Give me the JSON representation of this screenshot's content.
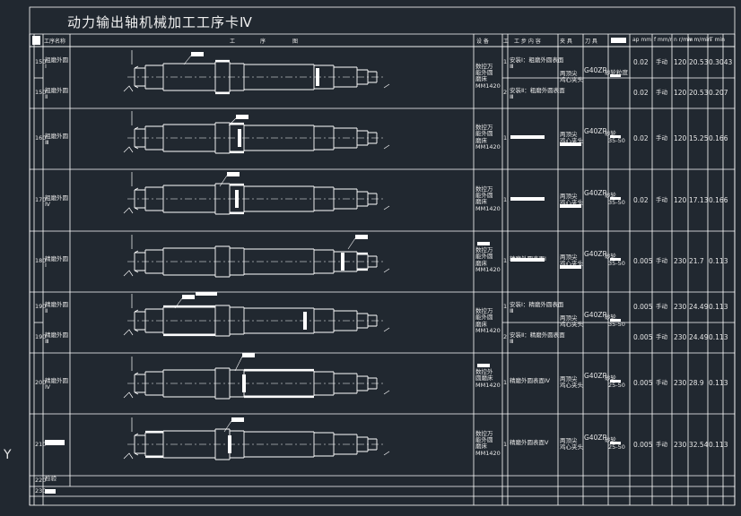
{
  "title": "动力输出轴机械加工工序卡Ⅳ",
  "header": {
    "col_name": "工序名称",
    "drawing_chars": [
      "工",
      "序",
      "图"
    ],
    "equipment": "设 备",
    "step_no": "工",
    "step_content": "工 步 内 容",
    "fixture": "夹 具",
    "tool": "刀 具",
    "ap": "ap mm",
    "f": "f mm/r",
    "n": "n r/min",
    "v": "v m/min",
    "T": "T min"
  },
  "rows": [
    {
      "no": "150",
      "name": "粗磨外圆\nⅠ",
      "equipment": "数控万\n能外圆\n磨床\nMM1420",
      "step": "1",
      "content": "安装Ⅰ：粗磨外圆表面\nⅢ",
      "fixture": "两顶尖\n鸡心夹头",
      "tool": "G40ZR",
      "tool_note": "砂轮粒度",
      "tool_spec": "",
      "ap": "0.02",
      "f": "手动",
      "n": "120",
      "v": "20.53",
      "T": "0.3043"
    },
    {
      "no": "150",
      "name": "粗磨外圆\nⅡ",
      "equipment": "",
      "step": "2",
      "content": "安装Ⅱ：粗磨外圆表面\nⅢ",
      "fixture": "",
      "tool": "",
      "tool_note": "",
      "tool_spec": "",
      "ap": "0.02",
      "f": "手动",
      "n": "120",
      "v": "20.53",
      "T": "0.207"
    },
    {
      "no": "160",
      "name": "粗磨外圆\nⅢ",
      "equipment": "数控万\n能外圆\n磨床\nMM1420",
      "step": "1",
      "content": "",
      "fixture": "两顶尖\n鸡心夹头",
      "tool": "G40ZR",
      "tool_note": "砂轮",
      "tool_spec": "35-50",
      "ap": "0.02",
      "f": "手动",
      "n": "120",
      "v": "15.25",
      "T": "0.166"
    },
    {
      "no": "170",
      "name": "粗磨外圆\nⅣ",
      "equipment": "数控万\n能外圆\n磨床\nMM1420",
      "step": "1",
      "content": "",
      "fixture": "两顶尖\n鸡心夹头",
      "tool": "G40ZR",
      "tool_note": "砂轮",
      "tool_spec": "35-50",
      "ap": "0.02",
      "f": "手动",
      "n": "120",
      "v": "17.13",
      "T": "0.166"
    },
    {
      "no": "180",
      "name": "精磨外圆\nⅠ",
      "equipment": "数控万\n能外圆\n磨床\nMM1420",
      "step": "1",
      "content": "精磨外圆表面Ⅰ",
      "fixture": "两顶尖\n鸡心夹头",
      "tool": "G40ZR",
      "tool_note": "砂轮",
      "tool_spec": "35-50",
      "ap": "0.005",
      "f": "手动",
      "n": "230",
      "v": "21.7",
      "T": "0.113"
    },
    {
      "no": "190",
      "name": "精磨外圆\nⅡ",
      "equipment": "数控万\n能外圆\n磨床\nMM1420",
      "step": "1",
      "content": "安装Ⅰ：精磨外圆表面\nⅢ",
      "fixture": "两顶尖\n鸡心夹头",
      "tool": "G40ZR",
      "tool_note": "砂轮",
      "tool_spec": "35-50",
      "ap": "0.005",
      "f": "手动",
      "n": "230",
      "v": "24.49",
      "T": "0.113"
    },
    {
      "no": "190",
      "name": "精磨外圆\nⅢ",
      "equipment": "",
      "step": "2",
      "content": "安装Ⅱ：精磨外圆表面\nⅢ",
      "fixture": "",
      "tool": "",
      "tool_note": "",
      "tool_spec": "",
      "ap": "0.005",
      "f": "手动",
      "n": "230",
      "v": "24.49",
      "T": "0.113"
    },
    {
      "no": "200",
      "name": "精磨外圆\nⅣ",
      "equipment": "数控外\n圆磨床\nMM1420",
      "step": "1",
      "content": "精磨外圆表面Ⅳ",
      "fixture": "两顶尖\n鸡心夹头",
      "tool": "G40ZR",
      "tool_note": "砂轮",
      "tool_spec": "25-50",
      "ap": "0.005",
      "f": "手动",
      "n": "230",
      "v": "28.9",
      "T": "0.113"
    },
    {
      "no": "210",
      "name": "Ⅴ",
      "equipment": "数控万\n能外圆\n磨床\nMM1420",
      "step": "1",
      "content": "精磨外圆表面Ⅴ",
      "fixture": "两顶尖\n鸡心夹头",
      "tool": "G40ZR",
      "tool_note": "砂轮",
      "tool_spec": "25-50",
      "ap": "0.005",
      "f": "手动",
      "n": "230",
      "v": "32.54",
      "T": "0.113"
    },
    {
      "no": "220",
      "name": "检验",
      "equipment": "",
      "step": "",
      "content": "",
      "fixture": "",
      "tool": "",
      "tool_note": "",
      "tool_spec": "",
      "ap": "",
      "f": "",
      "n": "",
      "v": "",
      "T": ""
    },
    {
      "no": "230",
      "name": "",
      "equipment": "",
      "step": "",
      "content": "",
      "fixture": "",
      "tool": "",
      "tool_note": "",
      "tool_spec": "",
      "ap": "",
      "f": "",
      "n": "",
      "v": "",
      "T": ""
    }
  ],
  "ucs_label": "Y",
  "colors": {
    "background": "#212830",
    "lines": "#ffffff"
  }
}
